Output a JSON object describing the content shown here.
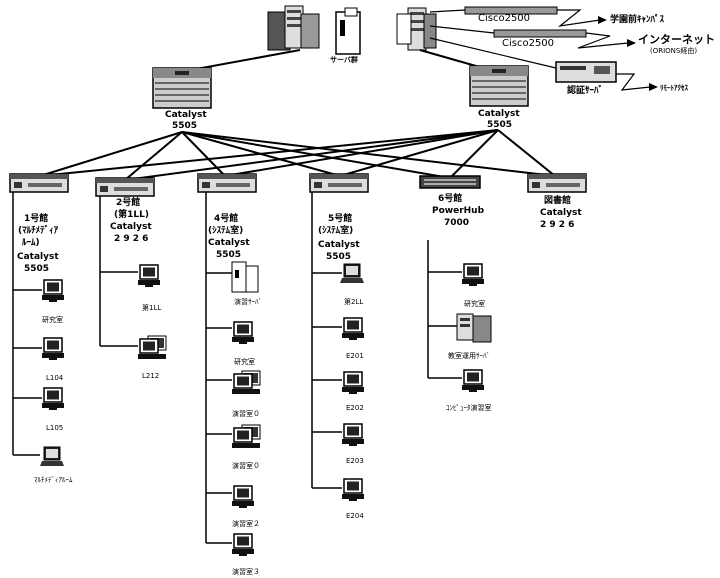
{
  "top": {
    "server_group": "サーバ群",
    "cisco1": "Cisco2500",
    "cisco2": "Cisco2500",
    "campus": "学園前ｷｬﾝﾊﾟｽ",
    "internet": "インターネット",
    "orions": "(ORIONS経由)",
    "auth_server": "認証ｻｰﾊﾞ",
    "remote_access": "ﾘﾓｰﾄｱｸｾｽ"
  },
  "core": [
    {
      "name": "Catalyst",
      "model": "5505"
    },
    {
      "name": "Catalyst",
      "model": "5505"
    }
  ],
  "buildings": {
    "b1": {
      "line1": "1号館",
      "line2": "(ﾏﾙﾁﾒﾃﾞｨｱ",
      "line3": "ﾙｰﾑ)",
      "line4": "Catalyst",
      "line5": "5505",
      "clients": [
        "研究室",
        "L104",
        "L105",
        "ﾏﾙﾁﾒﾃﾞｨｱﾙｰﾑ"
      ]
    },
    "b2": {
      "line1": "2号館",
      "line2": "(第1LL)",
      "line3": "Catalyst",
      "line4": "2 9 2 6",
      "clients": [
        "第1LL",
        "L212"
      ]
    },
    "b4": {
      "line1": "4号館",
      "line2": "(ｼｽﾃﾑ室)",
      "line3": "Catalyst",
      "line4": "5505",
      "clients": [
        "演習ｻｰﾊﾞ",
        "研究室",
        "演習室０",
        "演習室０",
        "演習室２",
        "演習室３"
      ]
    },
    "b5": {
      "line1": "5号館",
      "line2": "(ｼｽﾃﾑ室)",
      "line3": "Catalyst",
      "line4": "5505",
      "clients": [
        "第2LL",
        "E201",
        "E202",
        "E203",
        "E204"
      ]
    },
    "b6": {
      "line1": "6号館",
      "line2": "PowerHub",
      "line3": "7000",
      "clients": [
        "研究室",
        "教室運用ｻｰﾊﾞ",
        "ｺﾝﾋﾟｭｰﾀ演習室"
      ]
    },
    "lib": {
      "line1": "図書館",
      "line2": "Catalyst",
      "line3": "2 9 2 6"
    }
  }
}
